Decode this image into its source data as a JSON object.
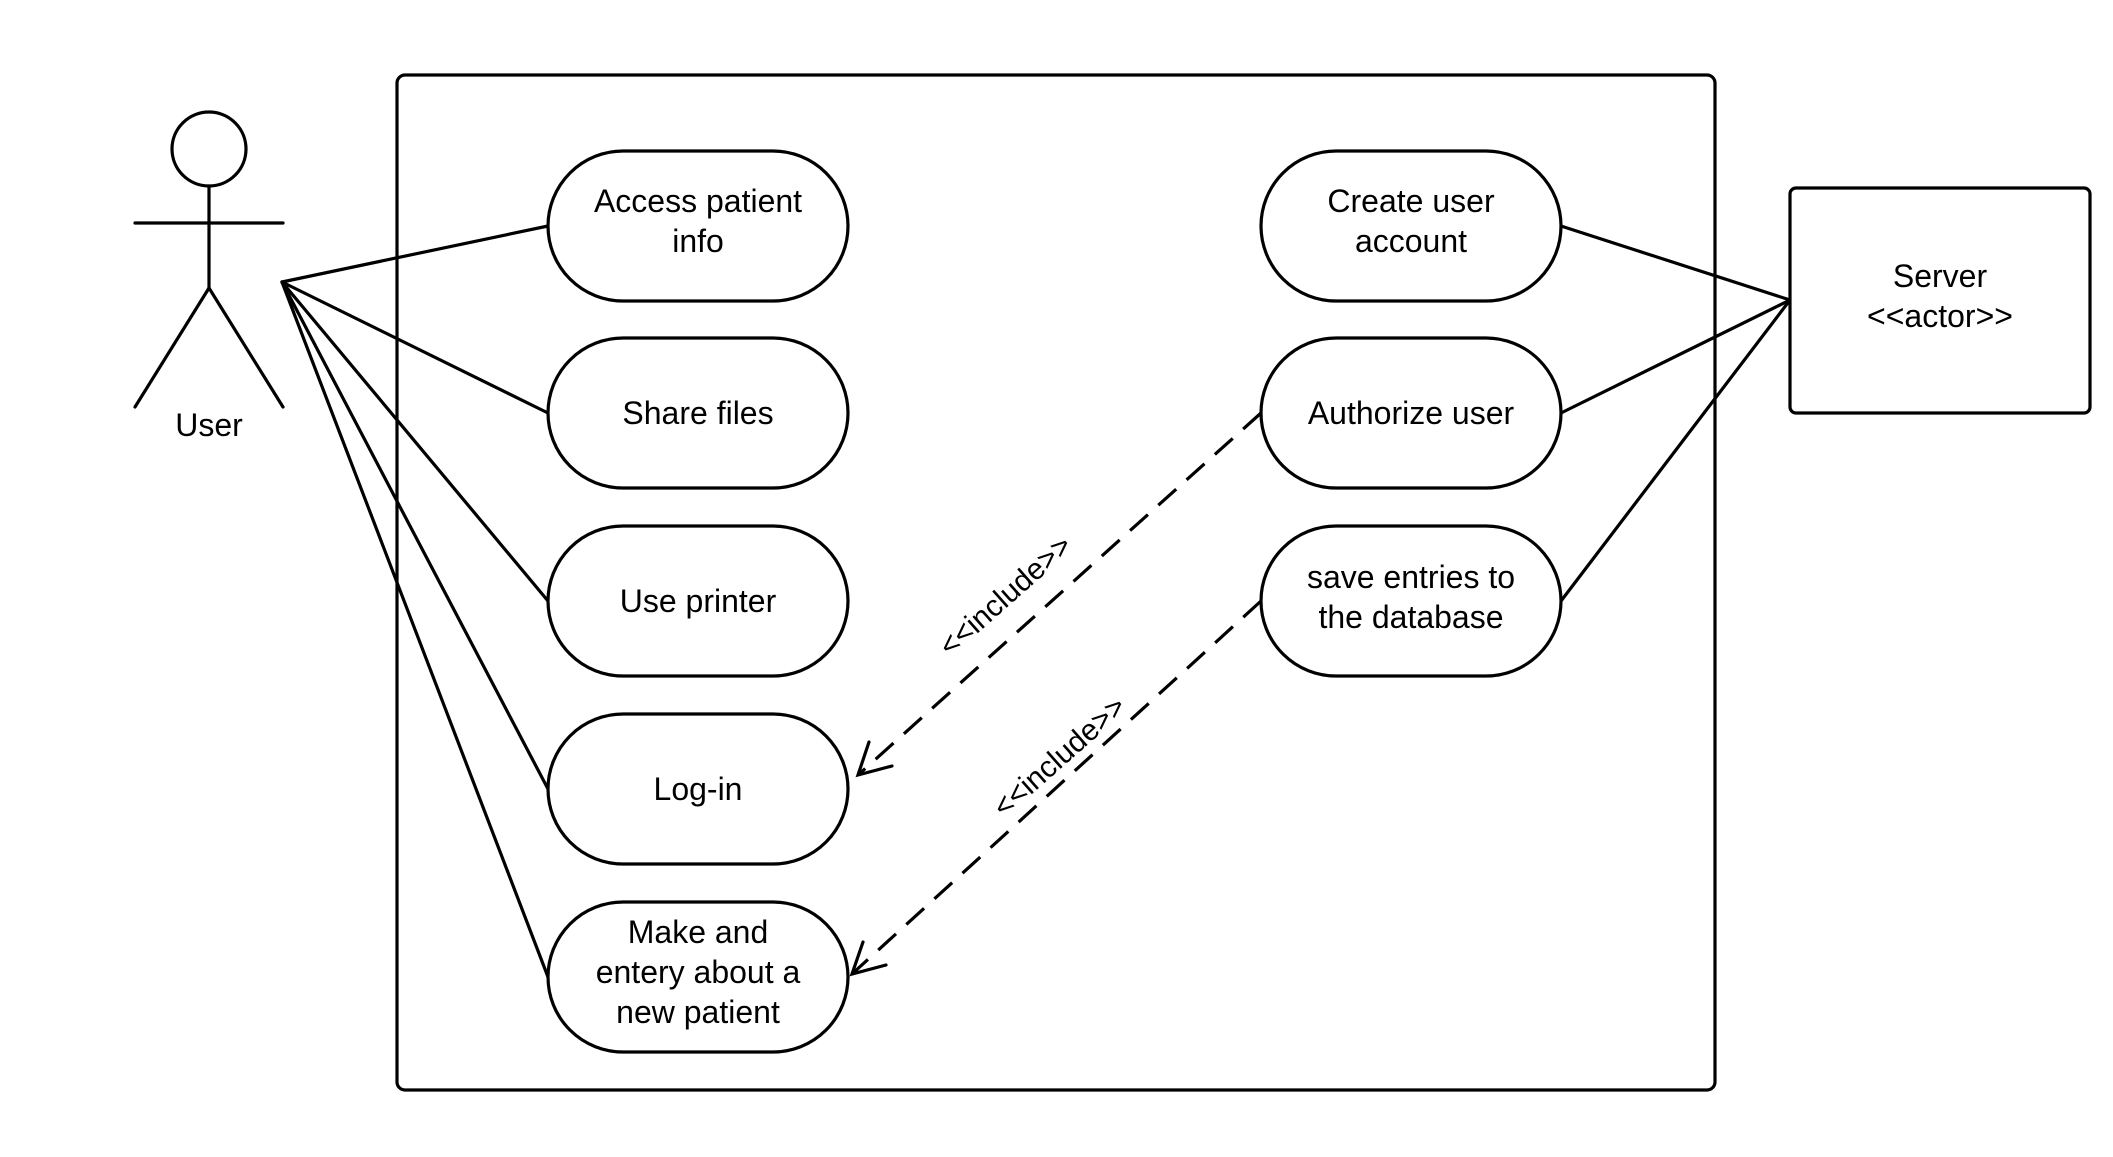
{
  "colors": {
    "stroke": "#000000",
    "background": "#ffffff"
  },
  "actors": {
    "user": {
      "label": "User"
    },
    "server": {
      "label_line1": "Server",
      "label_line2": "<<actor>>"
    }
  },
  "use_cases": {
    "access_patient_info": [
      "Access patient",
      "info"
    ],
    "share_files": [
      "Share files"
    ],
    "use_printer": [
      "Use printer"
    ],
    "log_in": [
      "Log-in"
    ],
    "make_entry": [
      "Make and",
      "entery about a",
      "new patient"
    ],
    "create_user_account": [
      "Create user",
      "account"
    ],
    "authorize_user": [
      "Authorize user"
    ],
    "save_entries": [
      "save entries to",
      "the database"
    ]
  },
  "relations": {
    "include_1": "<<include>>",
    "include_2": "<<include>>"
  }
}
